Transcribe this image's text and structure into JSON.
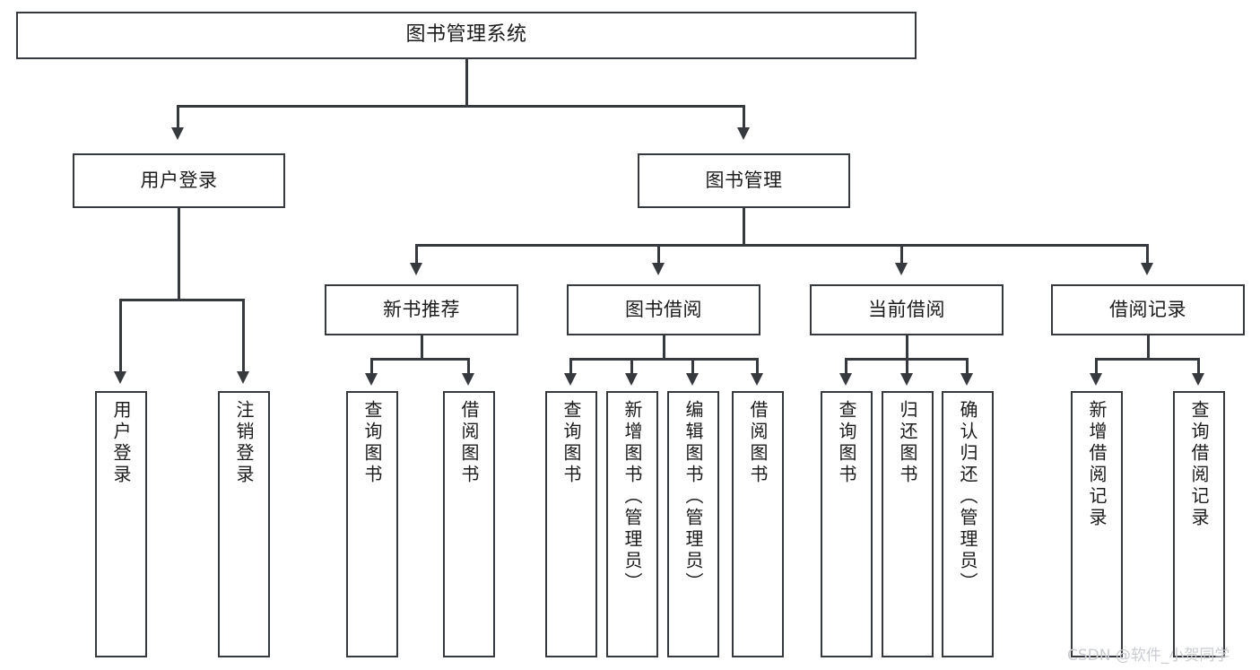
{
  "diagram": {
    "title": "图书管理系统",
    "type": "hierarchy-tree",
    "root": {
      "label": "图书管理系统"
    },
    "level2": [
      {
        "label": "用户登录"
      },
      {
        "label": "图书管理"
      }
    ],
    "level3": [
      {
        "label": "新书推荐"
      },
      {
        "label": "图书借阅"
      },
      {
        "label": "当前借阅"
      },
      {
        "label": "借阅记录"
      }
    ],
    "leaves": {
      "user_login": [
        {
          "label": "用户登录"
        },
        {
          "label": "注销登录"
        }
      ],
      "new_book_recommend": [
        {
          "label": "查询图书"
        },
        {
          "label": "借阅图书"
        }
      ],
      "book_borrow": [
        {
          "label": "查询图书"
        },
        {
          "label": "新增图书（管理员）"
        },
        {
          "label": "编辑图书（管理员）"
        },
        {
          "label": "借阅图书"
        }
      ],
      "current_borrow": [
        {
          "label": "查询图书"
        },
        {
          "label": "归还图书"
        },
        {
          "label": "确认归还（管理员）"
        }
      ],
      "borrow_record": [
        {
          "label": "新增借阅记录"
        },
        {
          "label": "查询借阅记录"
        }
      ]
    }
  },
  "watermark": {
    "text": "CSDN @软件_小贺同学"
  },
  "colors": {
    "stroke": "#36393d",
    "text": "#1b1b1b",
    "background": "#ffffff",
    "watermark": "#c9ccd1"
  }
}
